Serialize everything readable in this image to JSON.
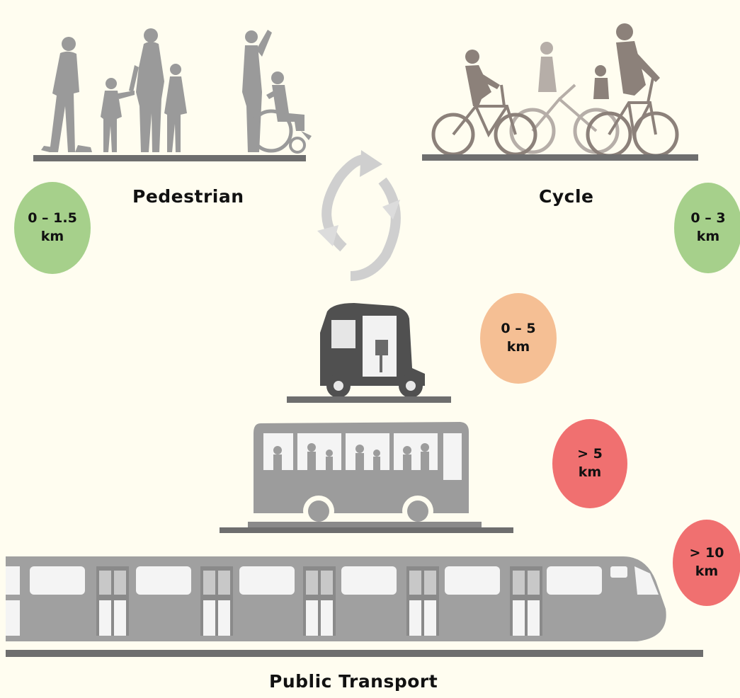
{
  "labels": {
    "pedestrian": "Pedestrian",
    "cycle": "Cycle",
    "public_transport": "Public Transport"
  },
  "distances": {
    "pedestrian": {
      "line1": "0 – 1.5",
      "line2": "km",
      "color": "#a6d08b"
    },
    "cycle": {
      "line1": "0 – 3",
      "line2": "km",
      "color": "#a6d08b"
    },
    "auto_rickshaw": {
      "line1": "0 – 5",
      "line2": "km",
      "color": "#f5bf94"
    },
    "bus": {
      "line1": "> 5",
      "line2": "km",
      "color": "#f07070"
    },
    "train": {
      "line1": "> 10",
      "line2": "km",
      "color": "#f07070"
    }
  },
  "icons": {
    "pedestrians": "pedestrian-group-icon",
    "cyclists": "cyclist-group-icon",
    "cycle_arrows": "circular-arrows-icon",
    "rickshaw": "auto-rickshaw-icon",
    "bus": "bus-icon",
    "train": "train-icon"
  },
  "colors": {
    "silhouette": "#9a9a9a",
    "cyclist": "#8c817a",
    "ground": "#6e6e6e",
    "rickshaw": "#505050",
    "background": "#fffdf0"
  }
}
